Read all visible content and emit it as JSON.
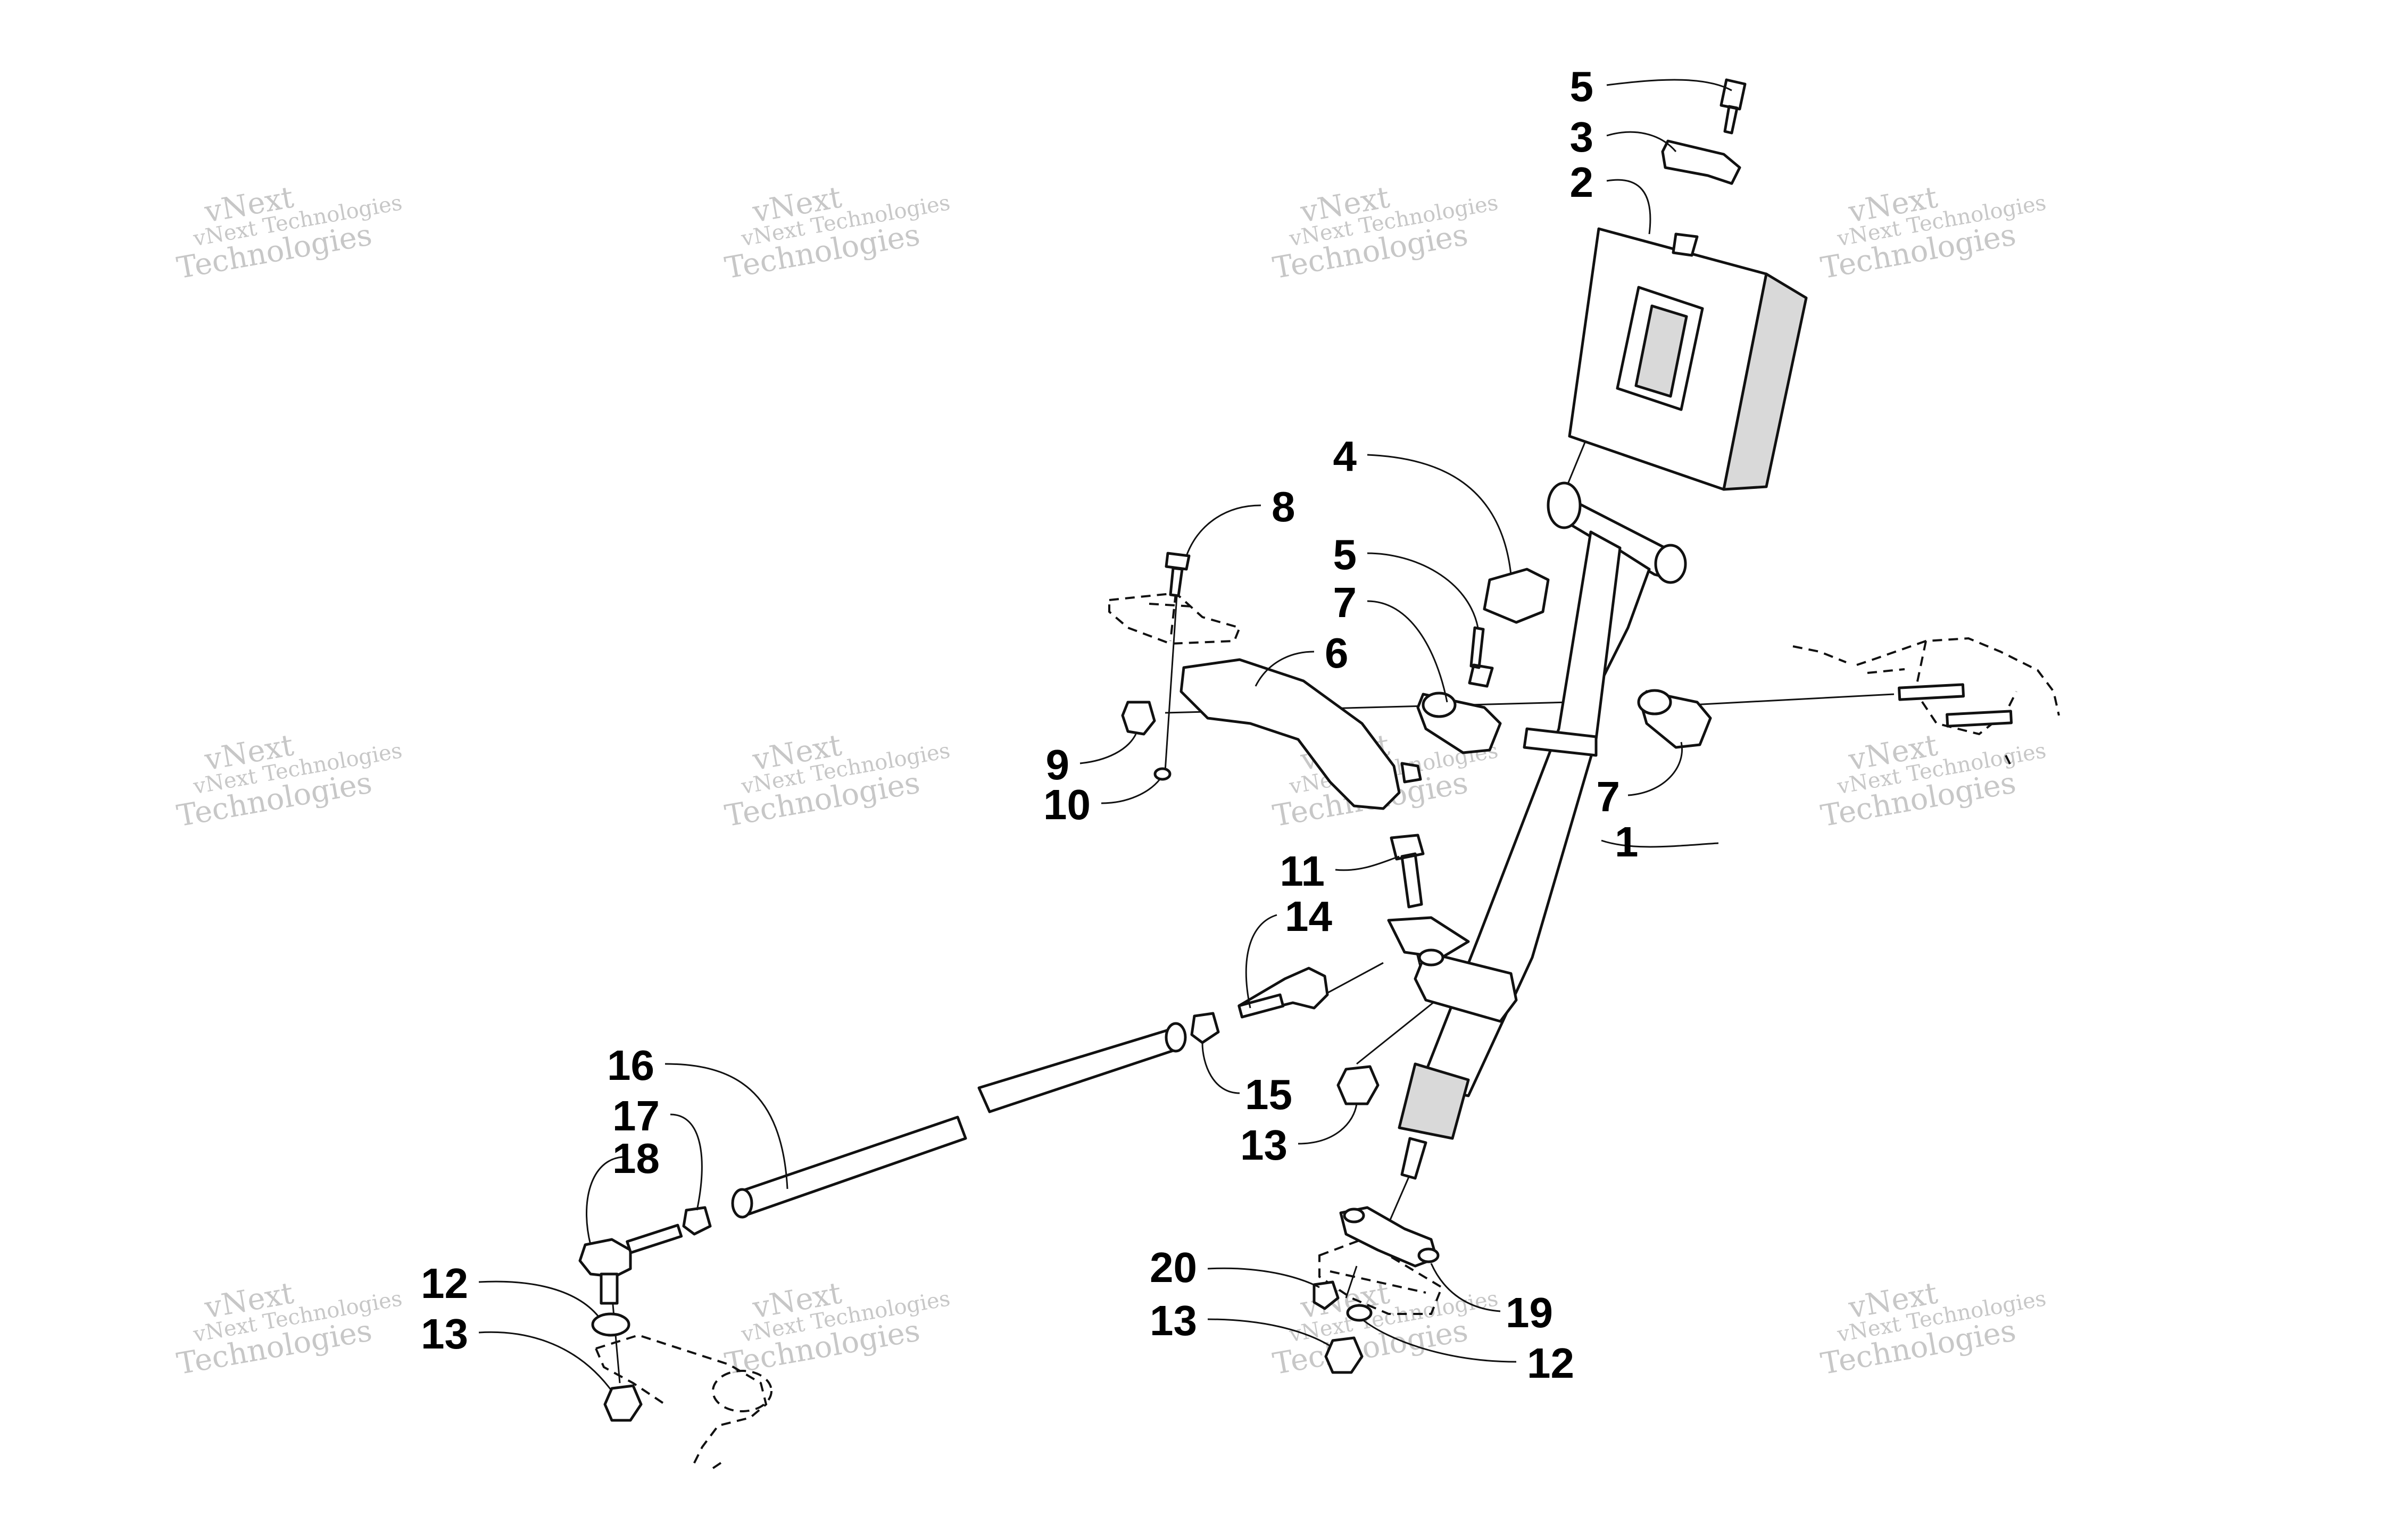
{
  "diagram": {
    "callouts": [
      "1",
      "2",
      "3",
      "4",
      "5",
      "5",
      "6",
      "7",
      "7",
      "8",
      "9",
      "10",
      "11",
      "12",
      "12",
      "13",
      "13",
      "13",
      "14",
      "15",
      "16",
      "17",
      "18",
      "19",
      "20"
    ]
  },
  "watermark": {
    "line_small": "vNext Technologies",
    "line_large_a": "vNext",
    "line_large_b": "Technologies"
  }
}
